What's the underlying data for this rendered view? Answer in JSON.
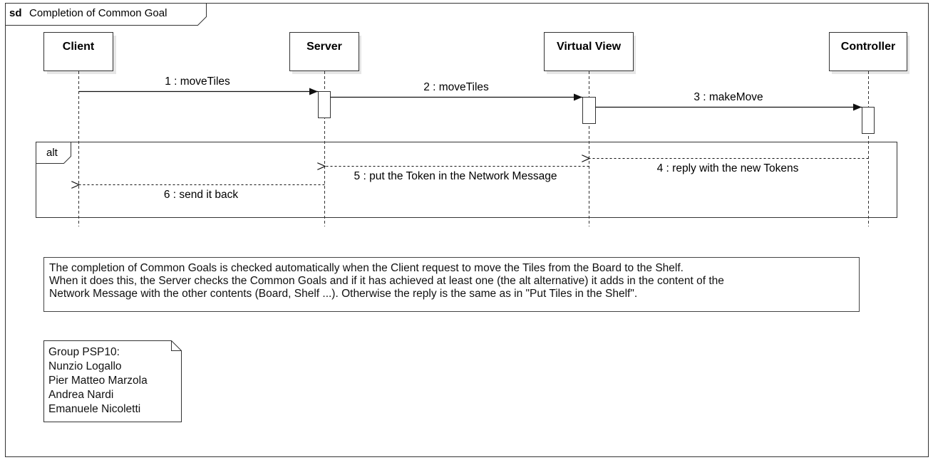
{
  "frame": {
    "keyword": "sd",
    "title": "Completion of Common Goal"
  },
  "lifelines": [
    {
      "id": "client",
      "label": "Client"
    },
    {
      "id": "server",
      "label": "Server"
    },
    {
      "id": "virtual-view",
      "label": "Virtual View"
    },
    {
      "id": "controller",
      "label": "Controller"
    }
  ],
  "messages": [
    {
      "label": "1 : moveTiles",
      "from": "Client",
      "to": "Server",
      "kind": "synchronous"
    },
    {
      "label": "2 : moveTiles",
      "from": "Server",
      "to": "Virtual View",
      "kind": "synchronous"
    },
    {
      "label": "3 : makeMove",
      "from": "Virtual View",
      "to": "Controller",
      "kind": "synchronous"
    },
    {
      "label": "4 : reply with the new Tokens",
      "from": "Controller",
      "to": "Virtual View",
      "kind": "reply"
    },
    {
      "label": "5 : put the Token in the Network Message",
      "from": "Virtual View",
      "to": "Server",
      "kind": "reply"
    },
    {
      "label": "6 : send it back",
      "from": "Server",
      "to": "Client",
      "kind": "reply"
    }
  ],
  "fragment": {
    "operator": "alt"
  },
  "description_note": {
    "lines": [
      "The completion of Common Goals is checked automatically when the Client request to move the Tiles from the Board to the Shelf.",
      "When it does this, the Server checks the Common Goals and if it has achieved at least one (the alt alternative) it adds in the content of the",
      "Network Message with the other contents (Board, Shelf ...). Otherwise the reply is the same as in \"Put Tiles in the Shelf\"."
    ]
  },
  "group_note": {
    "lines": [
      "Group PSP10:",
      "Nunzio Logallo",
      "Pier Matteo Marzola",
      "Andrea Nardi",
      "Emanuele Nicoletti"
    ]
  },
  "colors": {
    "line": "#222222",
    "shadow": "#e6e6e6",
    "background": "#ffffff"
  }
}
